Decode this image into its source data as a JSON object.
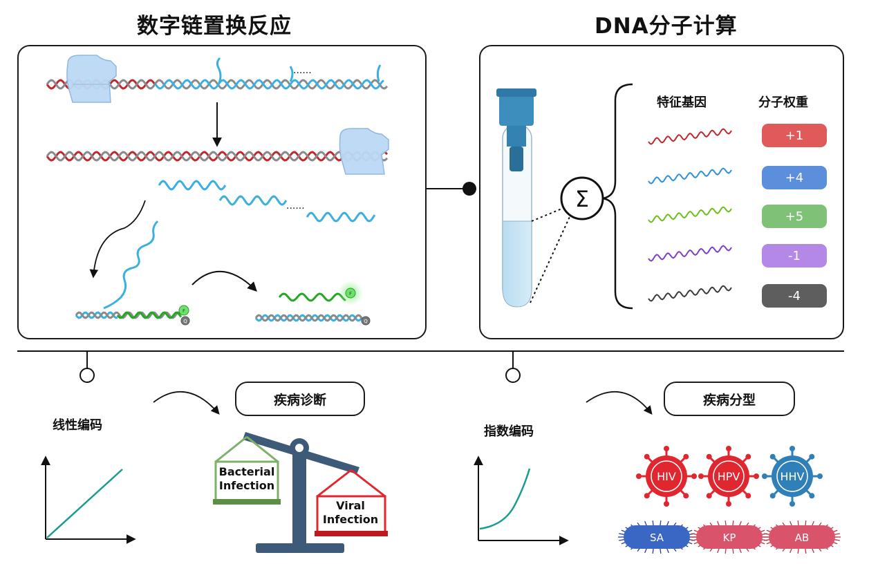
{
  "titles": {
    "left": "数字链置换反应",
    "right": "DNA分子计算"
  },
  "dots": "......",
  "reporter": {
    "fluor": "F",
    "quencher": "Q"
  },
  "sum_symbol": "Σ",
  "table": {
    "col1": "特征基因",
    "col2": "分子权重",
    "rows": [
      {
        "weight": "+1",
        "strand_color": "#c0282d",
        "badge_color": "#e05a5a"
      },
      {
        "weight": "+4",
        "strand_color": "#2f8fdc",
        "badge_color": "#5b8fdb"
      },
      {
        "weight": "+5",
        "strand_color": "#6cbf1a",
        "badge_color": "#7fc177"
      },
      {
        "weight": "-1",
        "strand_color": "#7b3fc9",
        "badge_color": "#b388e6"
      },
      {
        "weight": "-4",
        "strand_color": "#3a3a3a",
        "badge_color": "#5e5e5e"
      }
    ]
  },
  "bottom_left": {
    "label": "线性编码",
    "pill": "疾病诊断",
    "scale": {
      "left_pan": [
        "Bacterial",
        "Infection"
      ],
      "right_pan": [
        "Viral",
        "Infection"
      ]
    }
  },
  "bottom_right": {
    "label": "指数编码",
    "pill": "疾病分型",
    "viruses": [
      "HIV",
      "HPV",
      "HHV"
    ],
    "bacteria": [
      "SA",
      "KP",
      "AB"
    ]
  },
  "colors": {
    "red_strand": "#c0282d",
    "gray_strand": "#8a8a8a",
    "blue_strand": "#3bb0e0",
    "green_strand": "#22a822",
    "teal_line": "#1a9b8c",
    "scale": "#3d5a78",
    "bacterial": "#7fb069",
    "viral": "#e0262e"
  }
}
